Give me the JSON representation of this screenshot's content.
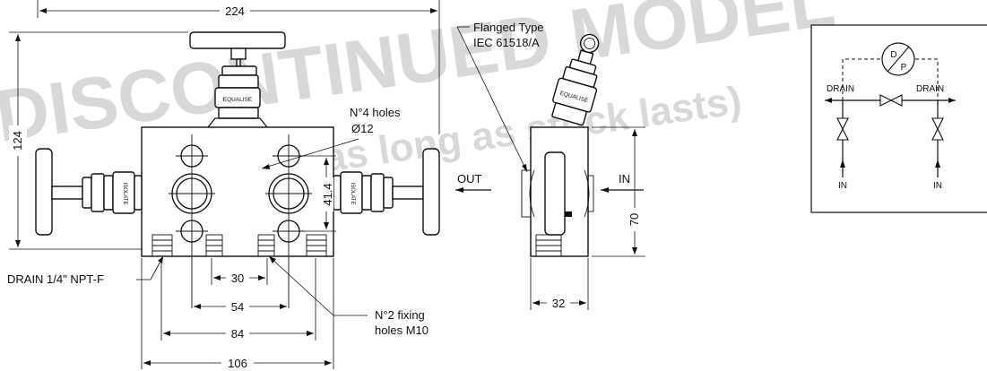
{
  "watermark": {
    "main": "DISCONTINUED MODEL",
    "sub": "(support as long as stock lasts)",
    "color": "#d8d8d8"
  },
  "dimensions": {
    "width_224": "224",
    "height_124": "124",
    "center_41_4": "41.4",
    "spacing_30": "30",
    "spacing_54": "54",
    "spacing_84": "84",
    "width_106": "106",
    "side_70": "70",
    "side_32": "32"
  },
  "labels": {
    "flanged_line1": "Flanged Type",
    "flanged_line2": "IEC 61518/A",
    "holes_line1": "N°4 holes",
    "holes_line2": "Ø12",
    "drain": "DRAIN 1/4\" NPT-F",
    "fixing_line1": "N°2 fixing",
    "fixing_line2": "holes M10",
    "out": "OUT",
    "in": "IN",
    "equalise": "EQUALISE",
    "isolate": "ISOLATE"
  },
  "schematic": {
    "gauge_top": "D",
    "gauge_bottom": "P",
    "drain_left": "DRAIN",
    "drain_right": "DRAIN",
    "in_left": "IN",
    "in_right": "IN"
  }
}
